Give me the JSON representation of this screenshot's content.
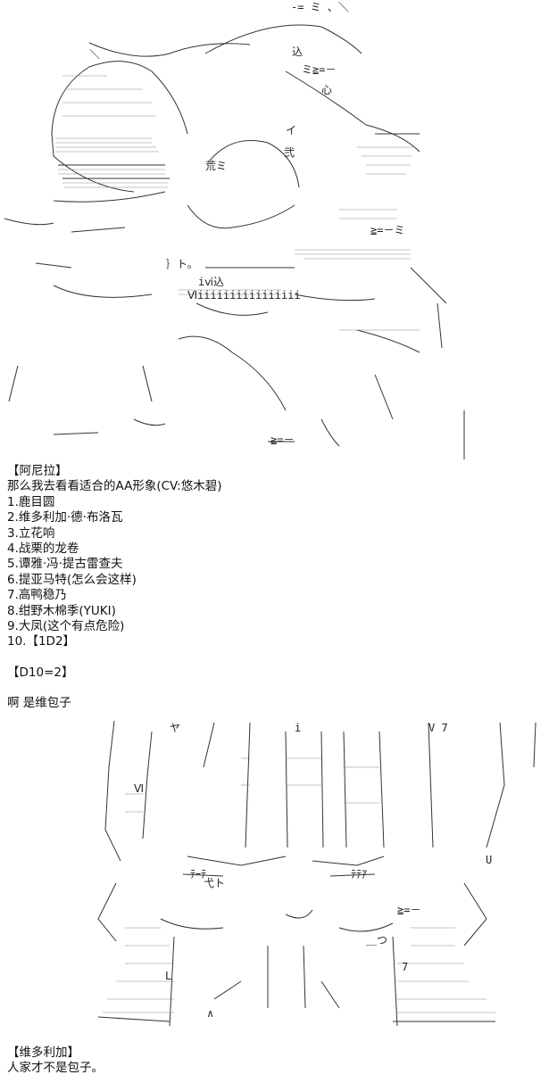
{
  "scene1": {
    "speaker": "【阿尼拉】",
    "intro": "那么我去看看适合的AA形象(CV:悠木碧)",
    "options": [
      "1.鹿目圆",
      "2.维多利加·德·布洛瓦",
      "3.立花响",
      "4.战栗的龙卷",
      "5.谭雅·冯·提古雷查夫",
      "6.提亚马特(怎么会这样)",
      "7.高鸭稳乃",
      "8.绀野木棉季(YUKI)",
      "9.大凤(这个有点危险)",
      "10.【1D2】"
    ],
    "roll": "【D10=2】",
    "reaction": "啊 是维包子"
  },
  "scene2": {
    "speaker": "【维多利加】",
    "line": "人家才不是包子。"
  },
  "art_top": {
    "glyphs": [
      "-= ミ 、＼",
      "込",
      "荒ミ",
      "心",
      "ミ≧=－",
      "Ⅵiiiiiiiiiiiiiiii",
      "｝ト。",
      "≧=－ミ",
      "iⅵ込",
      "弐",
      "イ",
      "＼",
      "≧=－"
    ]
  },
  "art_bottom": {
    "glyphs": [
      "V 7",
      "i",
      "ヤ",
      "Ⅵ",
      "弋ト",
      "≧=－",
      "＿つ",
      "7",
      "L",
      "∧",
      "U",
      "ﾃﾃｱ",
      "ﾃｰﾃ"
    ]
  }
}
